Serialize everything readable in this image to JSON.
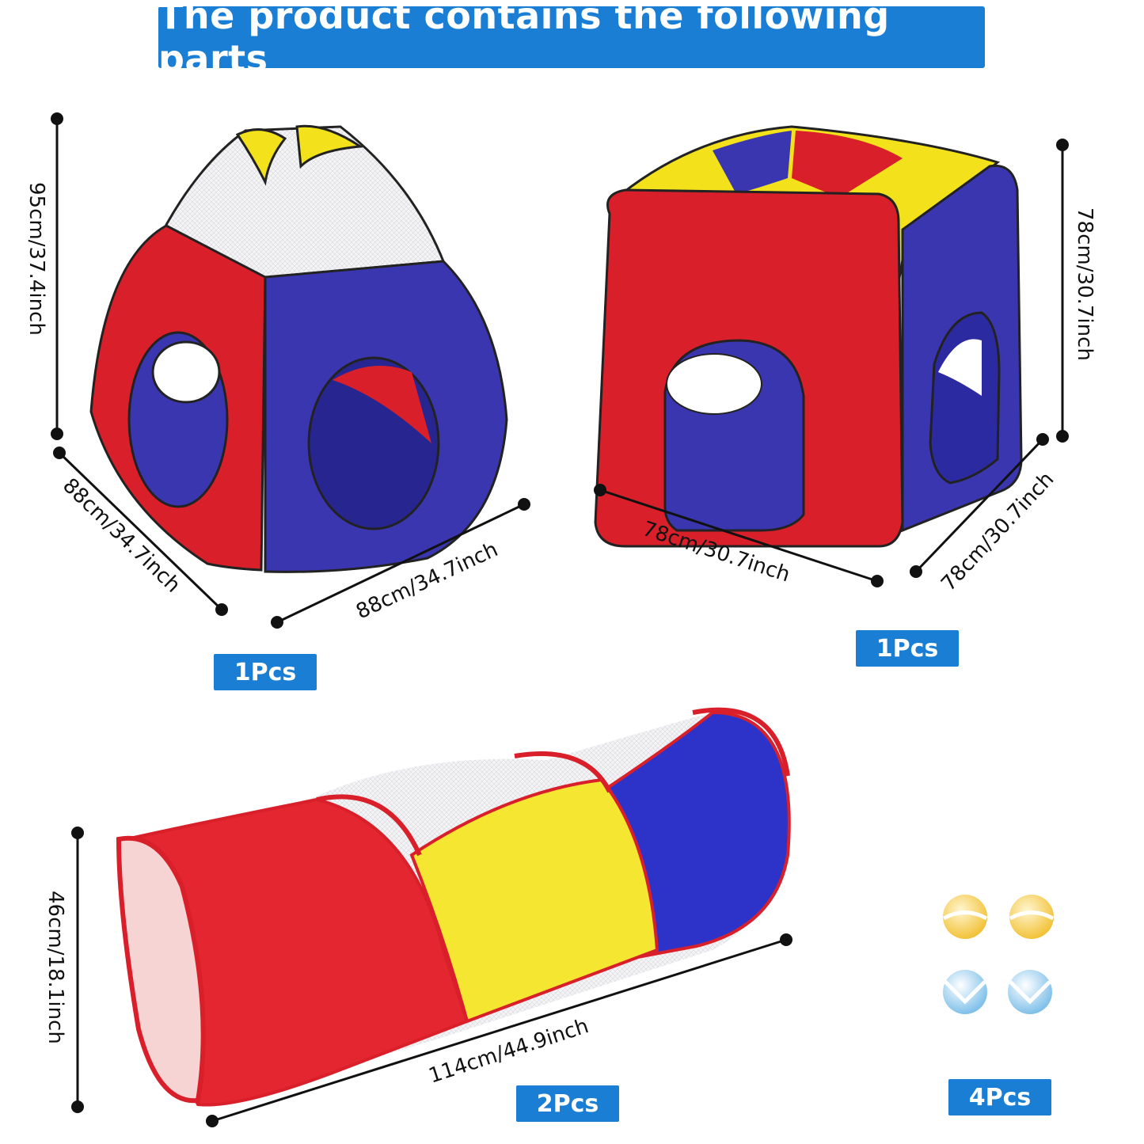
{
  "banner": {
    "title": "The product contains the following parts"
  },
  "parts": {
    "pyramid_tent": {
      "height_label": "95cm/37.4inch",
      "left_label": "88cm/34.7inch",
      "right_label": "88cm/34.7inch",
      "qty": "1Pcs"
    },
    "cube_tent": {
      "height_label": "78cm/30.7inch",
      "front_label": "78cm/30.7inch",
      "side_label": "78cm/30.7inch",
      "qty": "1Pcs"
    },
    "tunnel": {
      "height_label": "46cm/18.1inch",
      "length_label": "114cm/44.9inch",
      "qty": "2Pcs"
    },
    "balls": {
      "qty": "4Pcs",
      "colors": [
        "yellow",
        "yellow",
        "light-blue",
        "light-blue"
      ]
    }
  },
  "colors": {
    "banner": "#1a7fd4",
    "red": "#d81f2a",
    "blue": "#3a36b0",
    "yellow": "#f3e21b",
    "ball_yellow": "#f7d14a",
    "ball_blue": "#9cd0ee"
  }
}
